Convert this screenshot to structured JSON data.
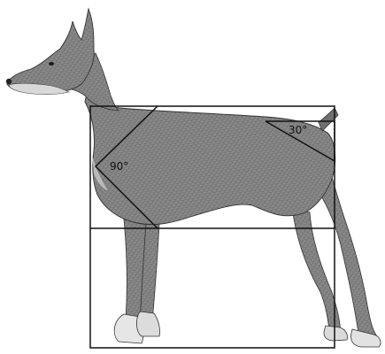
{
  "diagram": {
    "subject": "dog-illustration",
    "angle_labels": {
      "chest": "90°",
      "croup": "30°"
    },
    "colors": {
      "lines": "#111111",
      "body_dark": "#6b6b6b",
      "body_mid": "#8a8a8a",
      "body_light": "#cfcfcf",
      "background": "#ffffff"
    }
  }
}
